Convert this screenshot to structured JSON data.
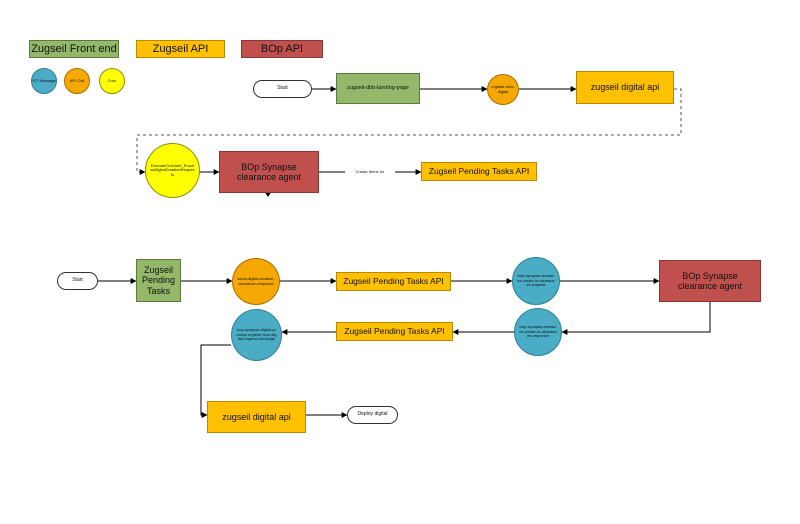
{
  "legend": {
    "frontend": "Zugseil Front end",
    "api": "Zugseil API",
    "bop": "BOp API",
    "sit_message": "SIT Message",
    "api_call": "API Call",
    "cron": "Cron"
  },
  "flow1": {
    "start": "Start",
    "landing_page": "zugseil-dbb-landing-page",
    "register_call": "register-new-digital",
    "digital_api": "zugseil digital api",
    "cron": "ExecuteCronJob/_ProcessDigitalCreationRequests",
    "synapse": "BOp Synapse clearance agent",
    "create_items_label": "Create Items for",
    "pending_api": "Zugseil Pending Tasks API"
  },
  "flow2": {
    "start": "Start",
    "pending_tasks": "Zugseil Pending Tasks",
    "send_call": "send-digital-creation-clearance-response",
    "pending_api_1": "Zugseil Pending Tasks API",
    "msg_request": "bop.synapse.clearance.create-in-clearances-request",
    "synapse": "BOp Synapse clearance agent",
    "msg_response": "bop.synapse.clearance.create-in-clearances-response",
    "pending_api_2": "Zugseil Pending Tasks API",
    "msg_register": "bop.synapse.digital.process.register-new-digital-request-message",
    "digital_api": "zugseil digital api",
    "deploy": "Deploy digital"
  },
  "colors": {
    "frontend": "#93b86a",
    "api": "#ffc000",
    "bop": "#c0504d",
    "message": "#4bacc6",
    "cron": "#ffff00"
  }
}
